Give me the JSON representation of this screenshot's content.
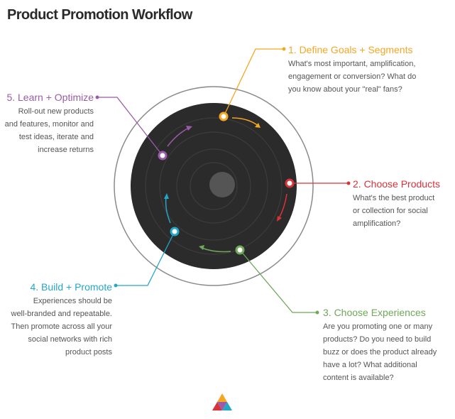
{
  "title": "Product Promotion Workflow",
  "colors": {
    "step1": "#f5a623",
    "step2": "#d9333a",
    "step3": "#6fa85a",
    "step4": "#23a7c9",
    "step5": "#9b5ba8",
    "disc": "#2b2b2b",
    "ring": "#3a3a3a",
    "center": "#555555",
    "outer_ring": "#8a8a8a"
  },
  "steps": [
    {
      "id": "step1",
      "heading": "1. Define Goals + Segments",
      "lines": [
        "What's most important, amplification,",
        "engagement or conversion? What do",
        "you know about your \"real\" fans?"
      ]
    },
    {
      "id": "step2",
      "heading": "2. Choose Products",
      "lines": [
        "What's the best product",
        "or collection for social",
        "amplification?"
      ]
    },
    {
      "id": "step3",
      "heading": "3. Choose Experiences",
      "lines": [
        "Are you promoting one or many",
        "products? Do you need to build",
        "buzz or does the product already",
        "have a lot? What additional",
        "content is available?"
      ]
    },
    {
      "id": "step4",
      "heading": "4. Build + Promote",
      "lines": [
        "Experiences should be",
        "well-branded and repeatable.",
        "Then promote across all your",
        "social networks with rich",
        "product  posts"
      ]
    },
    {
      "id": "step5",
      "heading": "5. Learn + Optimize",
      "lines": [
        "Roll-out new products",
        "and features, monitor and",
        "test ideas, iterate and",
        "increase returns"
      ]
    }
  ]
}
